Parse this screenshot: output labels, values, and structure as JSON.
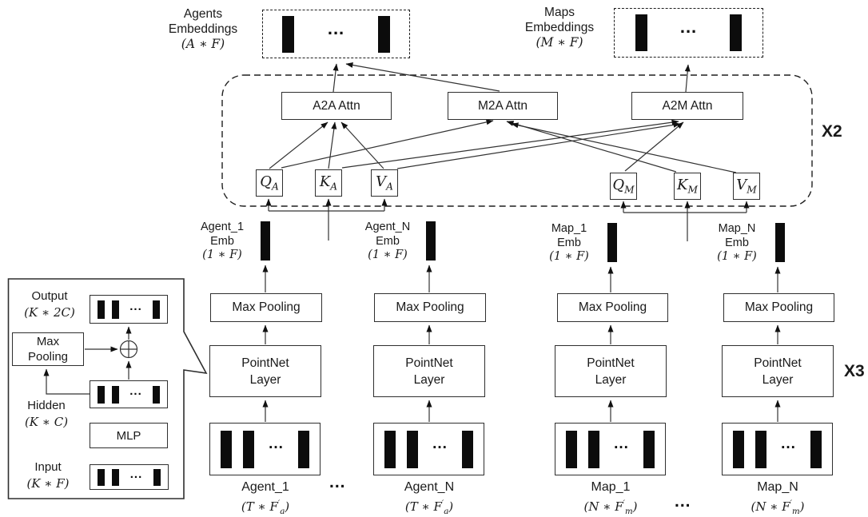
{
  "misc": {
    "ellipsis": "..."
  },
  "top": {
    "agents": {
      "line1": "Agents",
      "line2": "Embeddings",
      "dim": "(A ∗ F)"
    },
    "maps": {
      "line1": "Maps",
      "line2": "Embeddings",
      "dim": "(M ∗ F)"
    }
  },
  "attention": {
    "a2a": "A2A Attn",
    "m2a": "M2A Attn",
    "a2m": "A2M Attn",
    "repeat": "X2",
    "qkv": {
      "qa": {
        "main": "Q",
        "sub": "A"
      },
      "ka": {
        "main": "K",
        "sub": "A"
      },
      "va": {
        "main": "V",
        "sub": "A"
      },
      "qm": {
        "main": "Q",
        "sub": "M"
      },
      "km": {
        "main": "K",
        "sub": "M"
      },
      "vm": {
        "main": "V",
        "sub": "M"
      }
    }
  },
  "columns_repeat": "X3",
  "columns": [
    {
      "emb_lines": [
        "Agent_1",
        "Emb",
        "(1 ∗ F)"
      ],
      "maxpool": "Max Pooling",
      "pointnet": [
        "PointNet",
        "Layer"
      ],
      "input_name": "Agent_1",
      "dim": {
        "pre": "(T ∗ F",
        "prime": "′",
        "sub": "a",
        "post": ")"
      }
    },
    {
      "emb_lines": [
        "Agent_N",
        "Emb",
        "(1 ∗ F)"
      ],
      "maxpool": "Max Pooling",
      "pointnet": [
        "PointNet",
        "Layer"
      ],
      "input_name": "Agent_N",
      "dim": {
        "pre": "(T ∗ F",
        "prime": "′",
        "sub": "a",
        "post": ")"
      }
    },
    {
      "emb_lines": [
        "Map_1",
        "Emb",
        "(1 ∗ F)"
      ],
      "maxpool": "Max Pooling",
      "pointnet": [
        "PointNet",
        "Layer"
      ],
      "input_name": "Map_1",
      "dim": {
        "pre": "(N ∗ F",
        "prime": "′",
        "sub": "m",
        "post": ")"
      }
    },
    {
      "emb_lines": [
        "Map_N",
        "Emb",
        "(1 ∗ F)"
      ],
      "maxpool": "Max Pooling",
      "pointnet": [
        "PointNet",
        "Layer"
      ],
      "input_name": "Map_N",
      "dim": {
        "pre": "(N ∗ F",
        "prime": "′",
        "sub": "m",
        "post": ")"
      }
    }
  ],
  "inset": {
    "output_title": "Output",
    "output_dim": "(K ∗ 2C)",
    "maxpool": [
      "Max",
      "Pooling"
    ],
    "hidden_title": "Hidden",
    "hidden_dim": "(K ∗ C)",
    "mlp": "MLP",
    "input_title": "Input",
    "input_dim": "(K ∗ F)"
  }
}
